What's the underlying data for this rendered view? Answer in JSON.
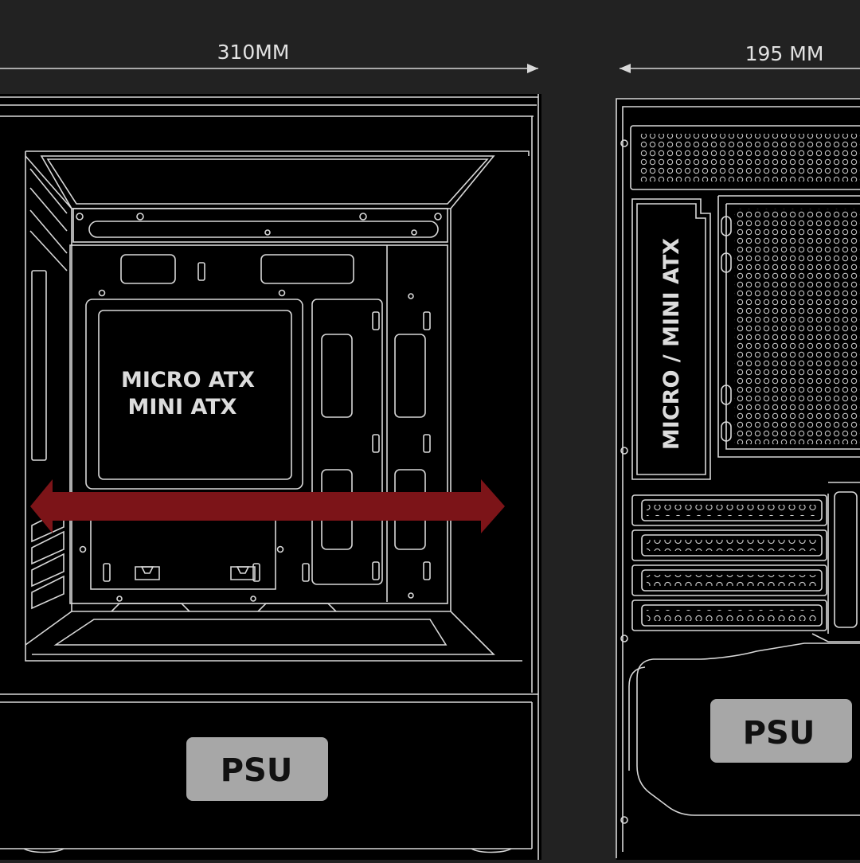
{
  "dimensions": {
    "width_label": "310MM",
    "depth_label": "195 MM"
  },
  "front_view": {
    "board_label_line1": "MICRO ATX",
    "board_label_line2": "MINI ATX",
    "psu_label": "PSU"
  },
  "side_view": {
    "board_label": "MICRO / MINI ATX",
    "psu_label": "PSU"
  },
  "colors": {
    "background": "#222222",
    "panel": "#000000",
    "outline": "#d8d8d8",
    "arrow": "#7c1418",
    "psu_box": "#a7a7a7",
    "psu_text": "#111111"
  }
}
